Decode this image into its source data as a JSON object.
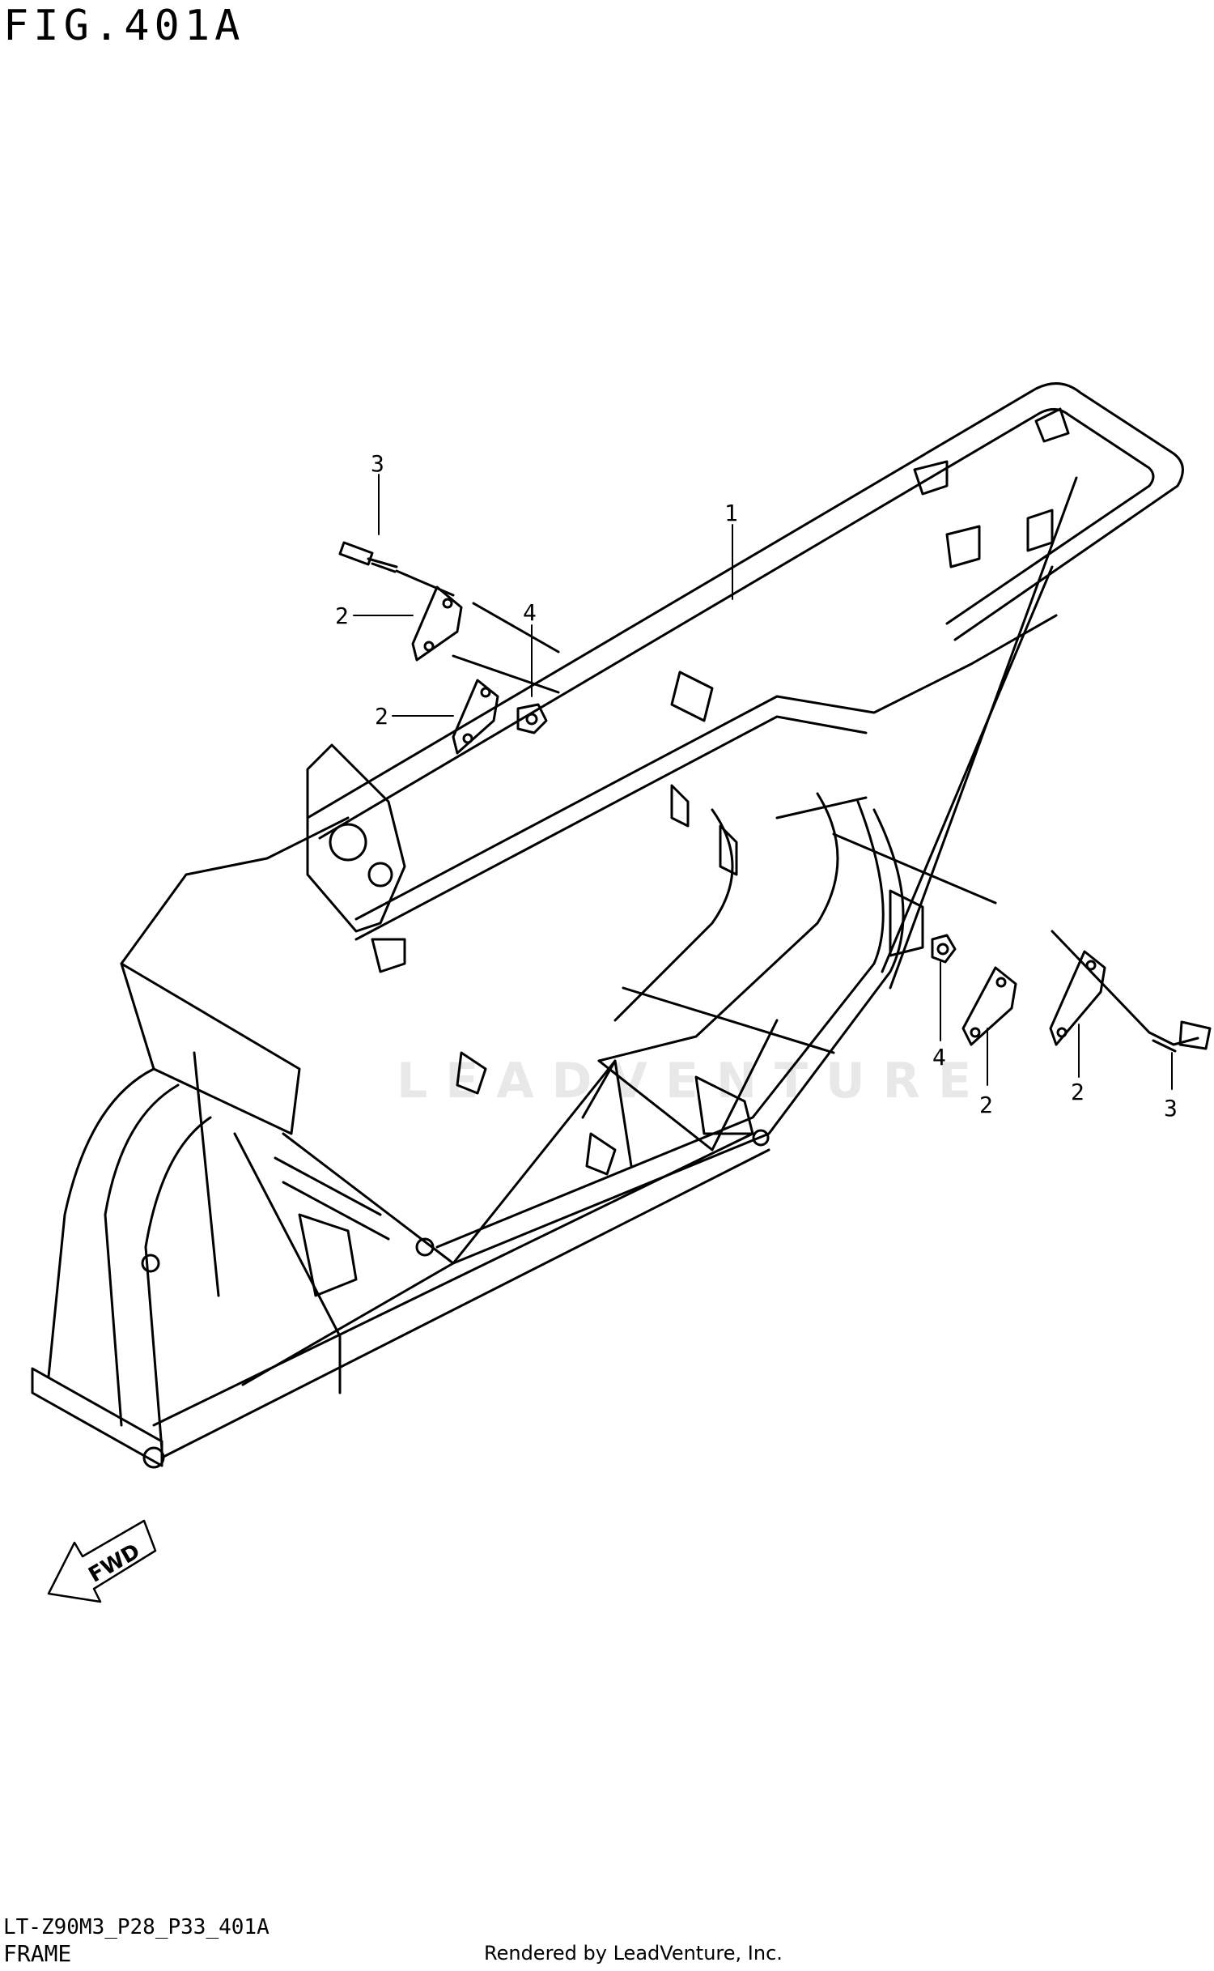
{
  "header": {
    "figure_title": "FIG.401A"
  },
  "watermark": {
    "text": "LEADVENTURE"
  },
  "callouts": [
    {
      "id": "c1",
      "label": "1"
    },
    {
      "id": "c2a",
      "label": "2"
    },
    {
      "id": "c2b",
      "label": "2"
    },
    {
      "id": "c2c",
      "label": "2"
    },
    {
      "id": "c2d",
      "label": "2"
    },
    {
      "id": "c3a",
      "label": "3"
    },
    {
      "id": "c3b",
      "label": "3"
    },
    {
      "id": "c4a",
      "label": "4"
    },
    {
      "id": "c4b",
      "label": "4"
    }
  ],
  "fwd_arrow": {
    "label": "FWD"
  },
  "footer": {
    "code": "LT-Z90M3_P28_P33_401A",
    "part_name": "FRAME",
    "credit": "Rendered by LeadVenture, Inc."
  },
  "colors": {
    "line": "#000000",
    "background": "#ffffff",
    "watermark": "#e8e8e8"
  }
}
